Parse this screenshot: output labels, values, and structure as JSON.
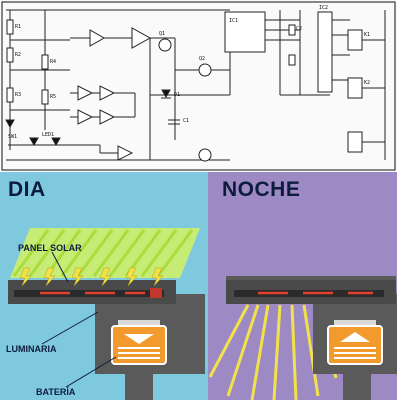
{
  "schematic": {
    "part_labels": [
      "R1",
      "R2",
      "R3",
      "R4",
      "R5",
      "C1",
      "C2",
      "D1",
      "Q1",
      "Q2",
      "IC1",
      "IC2",
      "K1",
      "K2",
      "SW1",
      "LED1"
    ]
  },
  "day_panel": {
    "title": "DIA",
    "labels": {
      "solar_panel": "PANEL SOLAR",
      "lamp": "LUMINARIA",
      "battery": "BATERÍA"
    }
  },
  "night_panel": {
    "title": "NOCHE"
  },
  "colors": {
    "day_background": "#7fc9df",
    "night_background": "#9d8ac4",
    "solar_panel": "#a9dc3c",
    "housing": "#4a4a4a",
    "battery": "#f39a2e",
    "light_rays": "#f2e24a"
  }
}
